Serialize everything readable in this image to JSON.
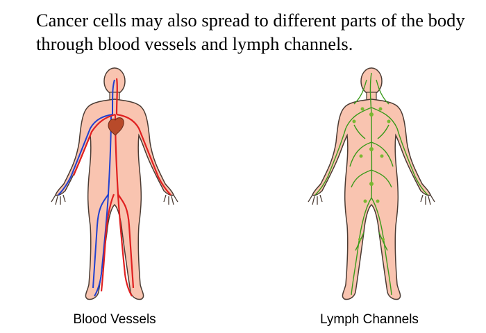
{
  "headline": "Cancer cells may also spread to different parts of the body through blood vessels and lymph channels.",
  "figures": [
    {
      "caption": "Blood Vessels",
      "icon": "human-body-blood-vessels-icon"
    },
    {
      "caption": "Lymph Channels",
      "icon": "human-body-lymph-channels-icon"
    }
  ],
  "colors": {
    "skin": "#f9c4b0",
    "outline": "#4a3b33",
    "artery": "#e02020",
    "vein": "#2040d0",
    "heart": "#b84a2a",
    "lymph": "#3a9a1a",
    "lymph_node": "#7ab830"
  }
}
